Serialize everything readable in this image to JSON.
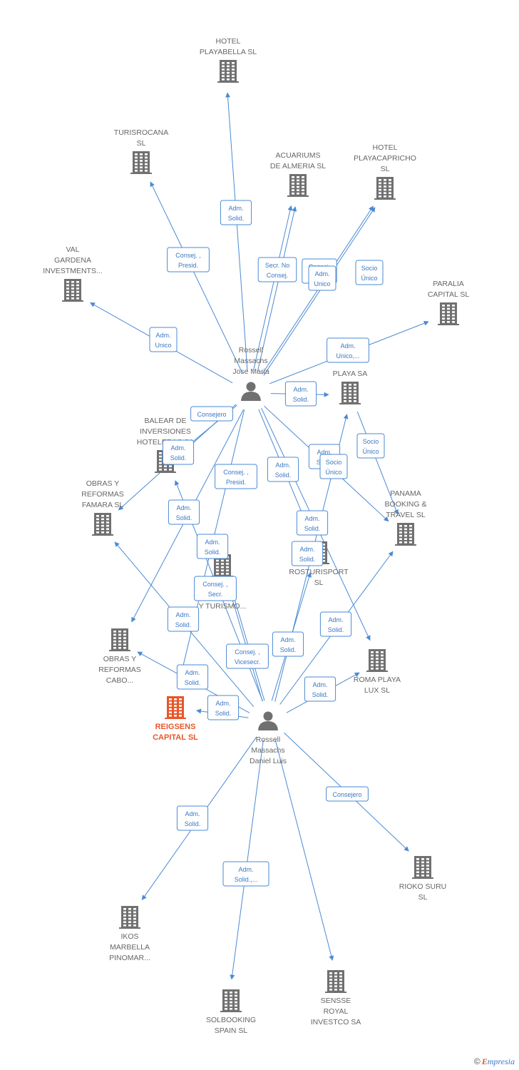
{
  "colors": {
    "edge": "#4a8ad4",
    "company": "#707070",
    "main": "#e8562a",
    "person": "#707070",
    "label_text": "#666666",
    "role_text": "#3b78c4"
  },
  "nodes": [
    {
      "id": "playabella",
      "type": "company",
      "label": [
        "HOTEL",
        "PLAYABELLA SL"
      ]
    },
    {
      "id": "turisrocana",
      "type": "company",
      "label": [
        "TURISROCANA",
        "SL"
      ]
    },
    {
      "id": "acuariums",
      "type": "company",
      "label": [
        "ACUARIUMS",
        "DE ALMERIA SL"
      ]
    },
    {
      "id": "playacapricho",
      "type": "company",
      "label": [
        "HOTEL",
        "PLAYACAPRICHO",
        "SL"
      ]
    },
    {
      "id": "valgardena",
      "type": "company",
      "label": [
        "VAL",
        "GARDENA",
        "INVESTMENTS..."
      ]
    },
    {
      "id": "paralia",
      "type": "company",
      "label": [
        "PARALIA",
        "CAPITAL SL"
      ]
    },
    {
      "id": "playa",
      "type": "company",
      "label": [
        "PLAYA SA"
      ]
    },
    {
      "id": "balear",
      "type": "company",
      "label": [
        "BALEAR DE",
        "INVERSIONES",
        "HOTELERAS SA"
      ]
    },
    {
      "id": "famara",
      "type": "company",
      "label": [
        "OBRAS Y",
        "REFORMAS",
        "FAMARA SL"
      ]
    },
    {
      "id": "panama",
      "type": "company",
      "label": [
        "PANAMA",
        "BOOKING &",
        "TRAVEL SL"
      ]
    },
    {
      "id": "hosteleria",
      "type": "company",
      "label": [
        "DE",
        "RIA",
        "Y TURISMO..."
      ]
    },
    {
      "id": "rosturisport",
      "type": "company",
      "label": [
        "ROSTURISPORT",
        "SL"
      ]
    },
    {
      "id": "cabo",
      "type": "company",
      "label": [
        "OBRAS Y",
        "REFORMAS",
        "CABO..."
      ]
    },
    {
      "id": "romaplaya",
      "type": "company",
      "label": [
        "ROMA PLAYA",
        "LUX SL"
      ]
    },
    {
      "id": "reigsens",
      "type": "main",
      "label": [
        "REIGSENS",
        "CAPITAL SL"
      ]
    },
    {
      "id": "rioko",
      "type": "company",
      "label": [
        "RIOKO SURU",
        "SL"
      ]
    },
    {
      "id": "ikos",
      "type": "company",
      "label": [
        "IKOS",
        "MARBELLA",
        "PINOMAR..."
      ]
    },
    {
      "id": "solbooking",
      "type": "company",
      "label": [
        "SOLBOOKING",
        "SPAIN SL"
      ]
    },
    {
      "id": "sensse",
      "type": "company",
      "label": [
        "SENSSE",
        "ROYAL",
        "INVESTCO SA"
      ]
    },
    {
      "id": "josemaria",
      "type": "person",
      "label": [
        "Rossell",
        "Massachs",
        "Jose Maria"
      ]
    },
    {
      "id": "danielluis",
      "type": "person",
      "label": [
        "Rossell",
        "Massachs",
        "Daniel Luis"
      ]
    }
  ],
  "edges": [
    {
      "from": "josemaria",
      "to": "playabella",
      "role": [
        "Adm.",
        "Solid."
      ]
    },
    {
      "from": "josemaria",
      "to": "turisrocana",
      "role": [
        "Consej. ,",
        "Presid."
      ]
    },
    {
      "from": "josemaria",
      "to": "acuariums",
      "role": [
        "Secr. No",
        "Consej."
      ]
    },
    {
      "from": "josemaria",
      "to": "acuariums",
      "role": [
        "Consej.",
        "Deleg."
      ]
    },
    {
      "from": "josemaria",
      "to": "playacapricho",
      "role": [
        "Adm.",
        "Unico"
      ]
    },
    {
      "from": "josemaria",
      "to": "playacapricho",
      "role": [
        "Socio",
        "Único"
      ]
    },
    {
      "from": "josemaria",
      "to": "valgardena",
      "role": [
        "Adm.",
        "Unico"
      ]
    },
    {
      "from": "josemaria",
      "to": "paralia",
      "role": [
        "Adm.",
        "Unico,..."
      ]
    },
    {
      "from": "josemaria",
      "to": "playa",
      "role": [
        "Adm.",
        "Solid."
      ]
    },
    {
      "from": "josemaria",
      "to": "balear",
      "role": [
        "Consejero"
      ]
    },
    {
      "from": "josemaria",
      "to": "famara",
      "role": [
        "Adm.",
        "Solid."
      ]
    },
    {
      "from": "josemaria",
      "to": "reigsens",
      "role": [
        "Consej. ,",
        "Presid."
      ]
    },
    {
      "from": "josemaria",
      "to": "cabo",
      "role": [
        "Adm.",
        "Solid."
      ]
    },
    {
      "from": "josemaria",
      "to": "rosturisport",
      "role": [
        "Adm.",
        "Solid."
      ]
    },
    {
      "from": "josemaria",
      "to": "panama",
      "role": [
        "Adm.",
        "Solid."
      ]
    },
    {
      "from": "josemaria",
      "to": "romaplaya",
      "role": [
        "Socio",
        "Único"
      ]
    },
    {
      "from": "playa",
      "to": "panama",
      "role": [
        "Socio",
        "Único"
      ]
    },
    {
      "from": "danielluis",
      "to": "balear",
      "role": [
        "Adm.",
        "Solid."
      ]
    },
    {
      "from": "danielluis",
      "to": "famara",
      "role": [
        "Adm.",
        "Solid."
      ]
    },
    {
      "from": "danielluis",
      "to": "hosteleria",
      "role": [
        "Consej. ,",
        "Secr."
      ]
    },
    {
      "from": "danielluis",
      "to": "hosteleria",
      "role": [
        "Consej. ,",
        "Vicesecr."
      ]
    },
    {
      "from": "danielluis",
      "to": "cabo",
      "role": [
        "Adm.",
        "Solid."
      ]
    },
    {
      "from": "danielluis",
      "to": "reigsens",
      "role": [
        "Adm.",
        "Solid."
      ]
    },
    {
      "from": "danielluis",
      "to": "playa",
      "role": [
        "Adm.",
        "Solid."
      ]
    },
    {
      "from": "danielluis",
      "to": "rosturisport",
      "role": [
        "Adm.",
        "Solid."
      ]
    },
    {
      "from": "danielluis",
      "to": "panama",
      "role": [
        "Adm.",
        "Solid."
      ]
    },
    {
      "from": "danielluis",
      "to": "romaplaya",
      "role": [
        "Adm.",
        "Solid."
      ]
    },
    {
      "from": "danielluis",
      "to": "rioko",
      "role": [
        "Adm.",
        "Solid."
      ]
    },
    {
      "from": "danielluis",
      "to": "ikos",
      "role": [
        "Consejero"
      ]
    },
    {
      "from": "danielluis",
      "to": "solbooking",
      "role": [
        "Adm.",
        "Solid."
      ]
    },
    {
      "from": "danielluis",
      "to": "sensse",
      "role": [
        "Adm.",
        "Solid.,..."
      ]
    }
  ],
  "footer": {
    "copyright": "©",
    "brand_initial": "E",
    "brand_rest": "mpresia"
  }
}
